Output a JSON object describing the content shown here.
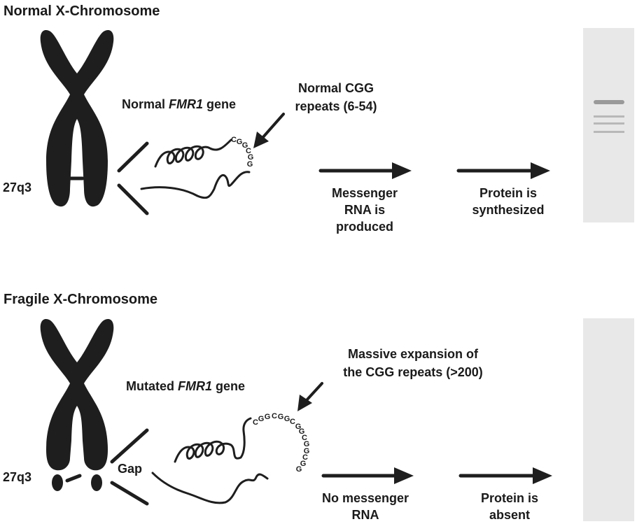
{
  "normal": {
    "heading": "Normal X-Chromosome",
    "locus": "27q3",
    "gene_label_prefix": "Normal ",
    "gene_label_italic": "FMR1",
    "gene_label_suffix": " gene",
    "callout_line1": "Normal CGG",
    "callout_line2": "repeats (6-54)",
    "cgg_letters": [
      "C",
      "G",
      "G",
      "C",
      "G",
      "G"
    ],
    "step1": [
      "Messenger",
      "RNA is",
      "produced"
    ],
    "step2": [
      "Protein is",
      "synthesized"
    ]
  },
  "fragile": {
    "heading": "Fragile X-Chromosome",
    "locus": "27q3",
    "gap_label": "Gap",
    "gene_label_prefix": "Mutated ",
    "gene_label_italic": "FMR1",
    "gene_label_suffix": " gene",
    "callout_line1": "Massive expansion of",
    "callout_line2": "the CGG repeats (>200)",
    "cgg_letters": [
      "C",
      "G",
      "G",
      "C",
      "G",
      "G",
      "C",
      "G",
      "G",
      "C",
      "G",
      "G",
      "C",
      "G",
      "G"
    ],
    "step1": [
      "No messenger",
      "RNA"
    ],
    "step2": [
      "Protein is",
      "absent"
    ]
  },
  "colors": {
    "ink": "#1e1e1e",
    "gel_lane": "#e8e8e8",
    "band_dark": "#9a9a9a",
    "band_light": "#b8b8b8"
  }
}
